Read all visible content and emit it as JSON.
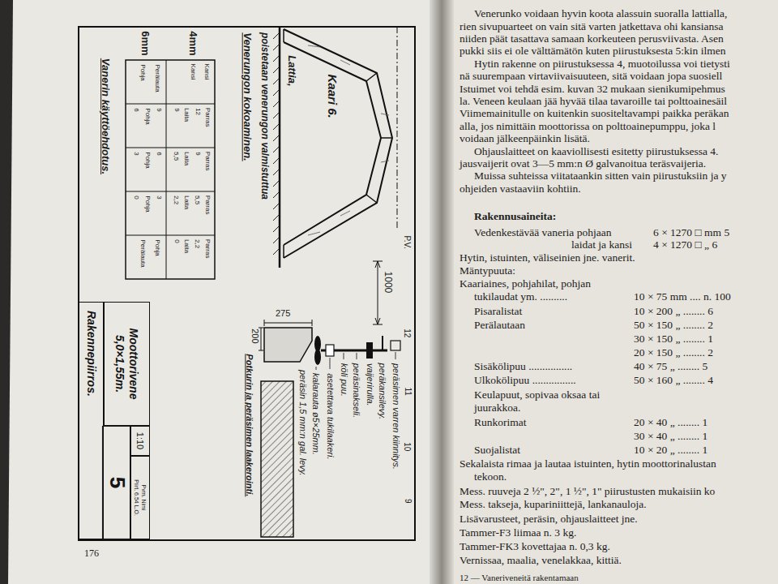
{
  "diagram": {
    "nodes": [
      {
        "text": [
          "Moottorivene 5,0×1,55m."
        ]
      },
      {
        "text": [
          "1:10"
        ]
      },
      {
        "text": [
          "Pvm. Nimi",
          "Piirt. 6.54 L.O."
        ]
      },
      {
        "text": [
          "5"
        ]
      },
      {
        "text": [
          "Rakennepiirros."
        ]
      }
    ],
    "labels": [
      "Kaari 6.",
      "Lattia,",
      "poistetaan venerungon valmistuttua",
      "Venerungon kokoaminen.",
      "P.V.",
      "1000",
      "275",
      "200",
      "12",
      "11",
      "10",
      "9",
      "peräsimen varren kiinnitys.",
      "peräkansilevy.",
      "vaijerirulla.",
      "peräsinakseli.",
      "köli puu.",
      "asetettava tukilaakeri.",
      "kalarauta ø5×25mm.",
      "peräsin 1,5 mm:n gal. levy.",
      "Potkurin ja peräsimen laakerointi.",
      "4mm",
      "6mm",
      "Vanerin käyttöehdotus.",
      "Kansi",
      "Kansi",
      "Parras",
      "12",
      "Laita",
      "9",
      "Parras",
      "9",
      "Laita",
      "5,5",
      "Parras",
      "5,5",
      "Laita",
      "2,2",
      "Parras",
      "2,2",
      "Laita",
      "0",
      "Perälauta",
      "Pohja",
      "9",
      "Pohja",
      "6",
      "6",
      "Pohja",
      "3",
      "3",
      "Pohja",
      "0",
      "Pohja",
      "Perälauta",
      "176",
      "Venerunko voidaan hyvin koota alassuin suoralla lattialla,",
      "rien sivupuarteet on vain sitä varten jatkettava ohi kansiansa",
      "niiden päät tasattava samaan korkeuteen perusviivasta. Asen",
      "pukki siis ei ole välttämätön kuten piirustuksesta 5:kin ilmen",
      "Hytin rakenne on piirustuksessa 4, muotoilussa voi tietysti",
      "nä suurempaan virtaviivaisuuteen, sitä voidaan jopa suosiell",
      "Istuimet voi tehdä esim. kuvan 32 mukaan sienikumipehmus",
      "la. Veneen keulaan jää hyvää tilaa tavaroille tai polttoainesäil",
      "Viimemainitulle on kuitenkin suositeltavampi paikka peräkan",
      "alla, jos nimittäin moottorissa on polttoainepumppu, joka l",
      "voidaan jälkeenpäinkin lisätä.",
      "Ohjauslaitteet on kaaviollisesti esitetty piirustuksessa 4.",
      "jausvaijerit ovat 3—5 mm:n Ø galvanoitua teräsvaijeria.",
      "Muissa suhteissa viitataankin sitten vain piirustuksiin ja y",
      "ohjeiden vastaaviin kohtiin.",
      "Rakennusaineita:",
      "Vedenkestävää vaneria pohjaan",
      "6 × 1270 □ mm 5",
      "laidat ja kansi",
      "4 × 1270 □ „ 6",
      "Hytin, istuinten, väliseinien jne. vanerit.",
      "Mäntypuuta:",
      "Kaariaines, pohjahilat, pohjan",
      "tukilaudat ym. ..........",
      "10 × 75 mm .... n. 100",
      "Pisaralistat",
      "10 × 200 „ ........ 6",
      "Perälautaan",
      "50 × 150 „ ........ 2",
      "30 × 150 „ ........ 1",
      "20 × 150 „ ........ 2",
      "Sisäkölipuu ................",
      "40 × 75 „ ........ 5",
      "Ulkokölipuu ................",
      "50 × 160 „ ........ 4",
      "Keulapuut, sopivaa oksaa tai",
      "juurakkoa.",
      "Runkorimat",
      "20 × 40 „ ........ 1",
      "30 × 40 „ ........ 1",
      "Suojalistat",
      "10 × 20 „ ........ 1",
      "Sekalaista rimaa ja lautaa istuinten, hytin moottorinalustan",
      "tekoon.",
      "Mess. ruuveja 2 ½\", 2\", 1 ½\", 1\" piirustusten mukaisiin ko",
      "Mess. takseja, kupariniittejä, lankanauloja.",
      "Lisävarusteet, peräsin, ohjauslaitteet jne.",
      "Tammer-F3 liimaa n. 3 kg.",
      "Tammer-FK3 kovettajaa n. 0,3 kg.",
      "Vernissaa, maalia, venelakkaa, kittiä.",
      "12 — Vaneriveneitä rakentamaan"
    ]
  }
}
